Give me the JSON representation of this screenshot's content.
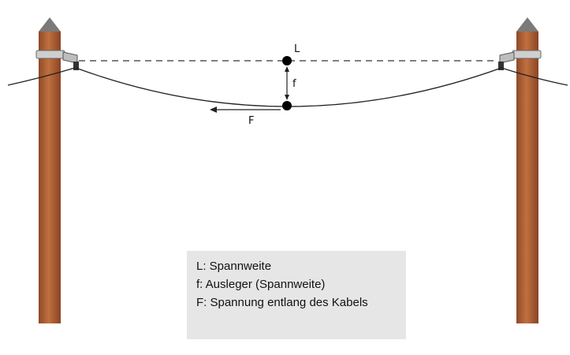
{
  "diagram": {
    "labels": {
      "span": "L",
      "sag": "f",
      "tension": "F"
    },
    "legend": [
      "L: Spannweite",
      "f: Ausleger (Spannweite)",
      "F: Spannung entlang des Kabels"
    ],
    "colors": {
      "pole": "#b5643a",
      "pole_top": "#777777",
      "cable": "#222222",
      "legend_bg": "#e6e6e6"
    }
  }
}
